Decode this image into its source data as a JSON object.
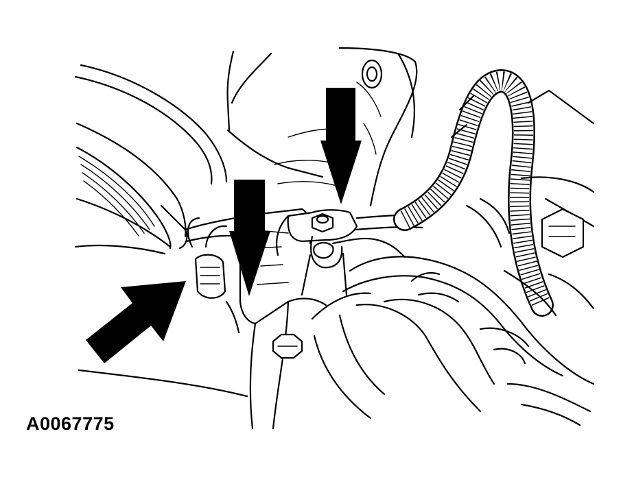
{
  "figure": {
    "id": "A0067775"
  },
  "colors": {
    "line": "#000000",
    "background": "#ffffff",
    "arrow_fill": "#000000"
  },
  "callouts": [
    {
      "direction": "down",
      "icon": "down-arrow-icon"
    },
    {
      "direction": "down",
      "icon": "down-arrow-icon"
    },
    {
      "direction": "up-right",
      "icon": "diagonal-arrow-icon"
    }
  ]
}
